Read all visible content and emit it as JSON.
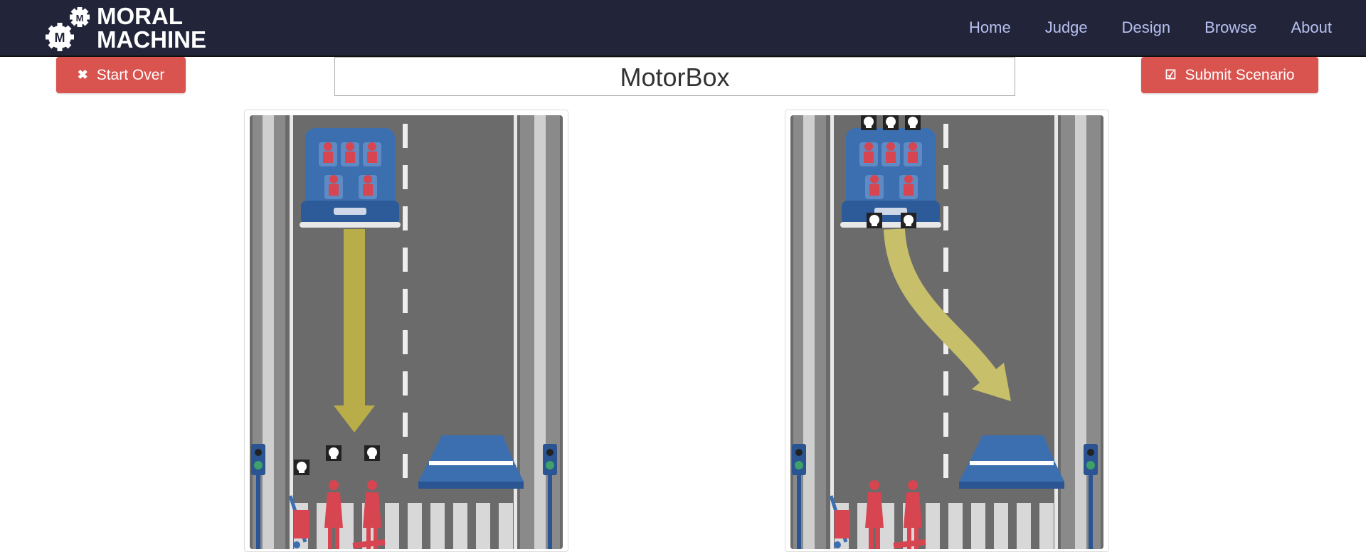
{
  "nav": {
    "brand_line1": "MORAL",
    "brand_line2": "MACHINE",
    "items": [
      {
        "label": "Home"
      },
      {
        "label": "Judge"
      },
      {
        "label": "Design"
      },
      {
        "label": "Browse"
      },
      {
        "label": "About"
      }
    ]
  },
  "toolbar": {
    "start_over_label": "Start Over",
    "start_over_icon": "close-icon",
    "submit_label": "Submit Scenario",
    "submit_icon": "checkbox-icon"
  },
  "scenario": {
    "title": "MotorBox"
  },
  "colors": {
    "navbar": "#22253a",
    "button": "#d9534f",
    "road": "#6b6b6b",
    "car": "#3b6fb0",
    "arrow": "#b9ad4a",
    "person": "#d64550"
  },
  "outcomes": [
    {
      "name": "stay-course",
      "passengers": 5,
      "passenger_deaths": 0,
      "pedestrians": 4,
      "pedestrian_deaths": 3
    },
    {
      "name": "swerve",
      "passengers": 5,
      "passenger_deaths": 5,
      "pedestrians": 4,
      "pedestrian_deaths": 0
    }
  ]
}
